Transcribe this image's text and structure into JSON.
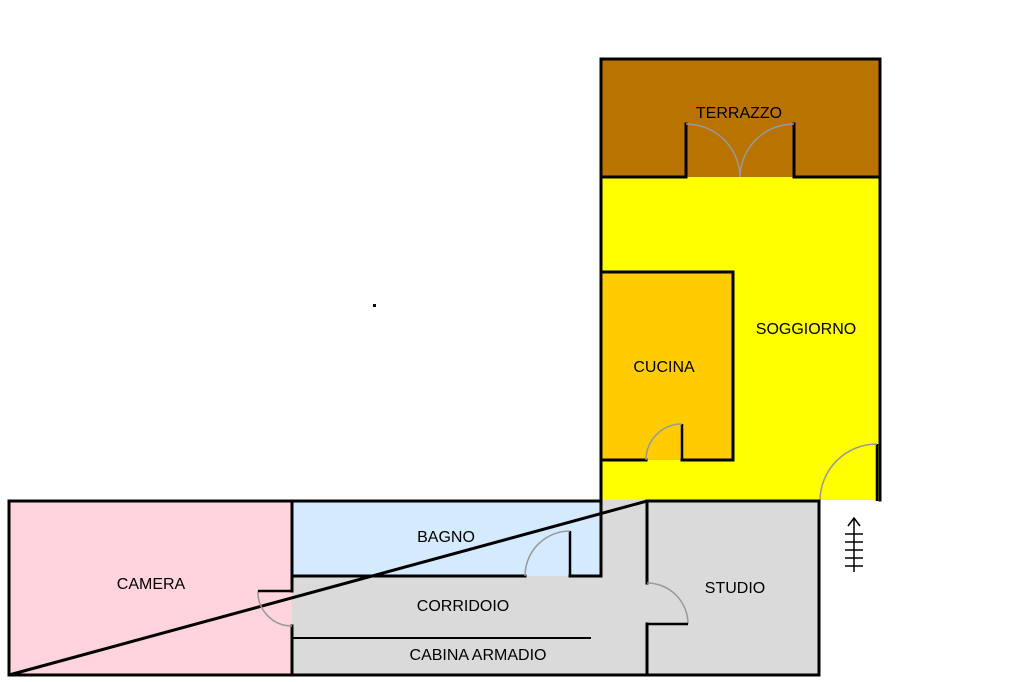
{
  "floor_plan": {
    "rooms": {
      "terrazzo": {
        "label": "TERRAZZO",
        "color": "#b87300"
      },
      "soggiorno": {
        "label": "SOGGIORNO",
        "color": "#ffff00"
      },
      "cucina": {
        "label": "CUCINA",
        "color": "#ffcc00"
      },
      "camera": {
        "label": "CAMERA",
        "color": "#ffd4dc"
      },
      "bagno": {
        "label": "BAGNO",
        "color": "#d4eaff"
      },
      "corridoio": {
        "label": "CORRIDOIO",
        "color": "#dadada"
      },
      "cabina_armadio": {
        "label": "CABINA ARMADIO",
        "color": "#dadada"
      },
      "studio": {
        "label": "STUDIO",
        "color": "#dadada"
      }
    },
    "symbols": {
      "entrance": "up-arrow-icon"
    }
  }
}
